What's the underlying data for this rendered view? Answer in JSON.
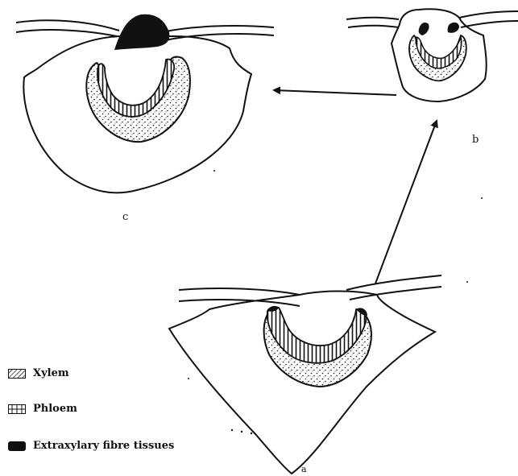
{
  "panels": {
    "a": {
      "label": "a"
    },
    "b": {
      "label": "b"
    },
    "c": {
      "label": "c"
    }
  },
  "legend": {
    "items": [
      {
        "key": "xylem",
        "label": "Xylem",
        "swatch_icon": "hatched-swatch-icon"
      },
      {
        "key": "phloem",
        "label": "Phloem",
        "swatch_icon": "dotted-swatch-icon"
      },
      {
        "key": "fibre",
        "label": "Extraxylary fibre tissues",
        "swatch_icon": "solid-swatch-icon"
      }
    ]
  },
  "colors": {
    "ink": "#111111",
    "background": "#ffffff"
  }
}
